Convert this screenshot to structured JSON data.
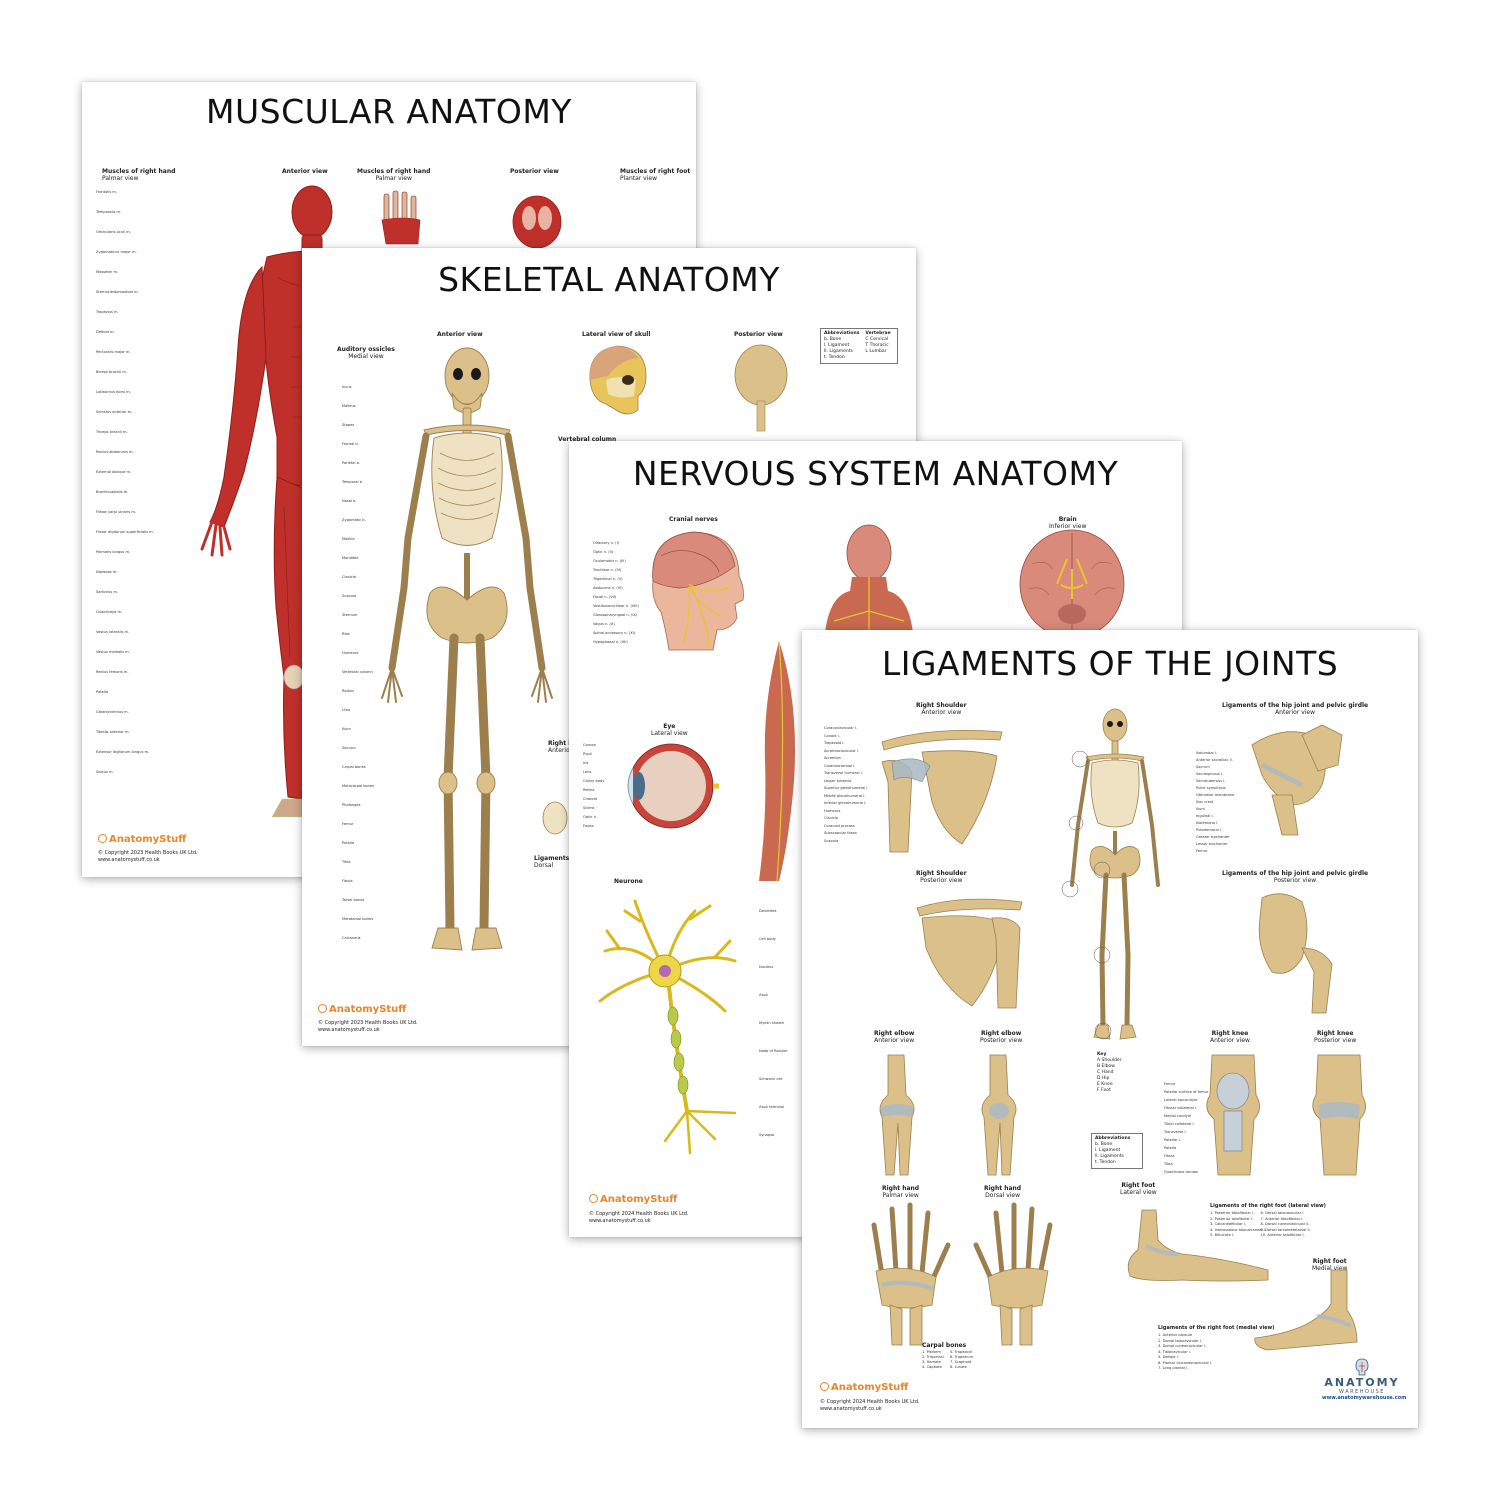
{
  "posters": {
    "muscular": {
      "title": "MUSCULAR ANATOMY",
      "captions": {
        "hand_left": "Muscles of right hand",
        "hand_left_sub": "Palmar view",
        "anterior": "Anterior view",
        "hand_mid": "Muscles of right hand",
        "hand_mid_sub": "Palmar view",
        "posterior": "Posterior view",
        "foot": "Muscles of right foot",
        "foot_sub": "Plantar view"
      },
      "labels_left": [
        "Frontalis m.",
        "Temporalis m.",
        "Orbicularis oculi m.",
        "Zygomaticus major m.",
        "Masseter m.",
        "Sternocleidomastoid m.",
        "Trapezius m.",
        "Deltoid m.",
        "Pectoralis major m.",
        "Biceps brachii m.",
        "Latissimus dorsi m.",
        "Serratus anterior m.",
        "Triceps brachii m.",
        "Rectus abdominis m.",
        "External oblique m.",
        "Brachioradialis m.",
        "Flexor carpi ulnaris m.",
        "Flexor digitorum superficialis m.",
        "Palmaris longus m.",
        "Iliopsoas m.",
        "Sartorius m.",
        "Quadriceps m.",
        "Vastus lateralis m.",
        "Vastus medialis m.",
        "Rectus femoris m.",
        "Patella",
        "Gastrocnemius m.",
        "Tibialis anterior m.",
        "Extensor digitorum longus m.",
        "Soleus m."
      ],
      "brand": "AnatomyStuff",
      "copyright": "© Copyright 2023 Health Books UK Ltd.",
      "url": "www.anatomystuff.co.uk"
    },
    "skeletal": {
      "title": "SKELETAL ANATOMY",
      "captions": {
        "ossicles": "Auditory ossicles",
        "ossicles_sub": "Medial view",
        "anterior": "Anterior view",
        "skull": "Lateral view of skull",
        "posterior": "Posterior view",
        "vertebral": "Vertebral column",
        "knee": "Right knee",
        "knee_sub": "Anterior view",
        "ligaments": "Ligaments of",
        "ligaments_sub": "Dorsal"
      },
      "abbreviations": {
        "title": "Abbreviations",
        "items": [
          "b. Bone",
          "l. Ligament",
          "ll. Ligaments",
          "t. Tendon"
        ],
        "vertebrae_title": "Vertebrae",
        "vertebrae": [
          "C Cervical",
          "T Thoracic",
          "L Lumbar"
        ]
      },
      "labels_left": [
        "Incus",
        "Malleus",
        "Stapes",
        "Frontal b.",
        "Parietal b.",
        "Temporal b.",
        "Nasal b.",
        "Zygomatic b.",
        "Maxilla",
        "Mandible",
        "Clavicle",
        "Scapula",
        "Sternum",
        "Ribs",
        "Humerus",
        "Vertebral column",
        "Radius",
        "Ulna",
        "Ilium",
        "Sacrum",
        "Carpal bones",
        "Metacarpal bones",
        "Phalanges",
        "Femur",
        "Patella",
        "Tibia",
        "Fibula",
        "Tarsal bones",
        "Metatarsal bones",
        "Calcaneus"
      ],
      "brand": "AnatomyStuff",
      "copyright": "© Copyright 2023 Health Books UK Ltd.",
      "url": "www.anatomystuff.co.uk"
    },
    "nervous": {
      "title": "NERVOUS SYSTEM ANATOMY",
      "captions": {
        "cranial": "Cranial nerves",
        "brain": "Brain",
        "brain_sub": "Inferior view",
        "eye": "Eye",
        "eye_sub": "Lateral view",
        "neurone": "Neurone"
      },
      "labels_left": [
        "Olfactory n. (I)",
        "Optic n. (II)",
        "Oculomotor n. (III)",
        "Trochlear n. (IV)",
        "Trigeminal n. (V)",
        "Abducens n. (VI)",
        "Facial n. (VII)",
        "Vestibulocochlear n. (VIII)",
        "Glossopharyngeal n. (IX)",
        "Vagus n. (X)",
        "Spinal accessory n. (XI)",
        "Hypoglossal n. (XII)"
      ],
      "labels_eye": [
        "Cornea",
        "Pupil",
        "Iris",
        "Lens",
        "Ciliary body",
        "Retina",
        "Choroid",
        "Sclera",
        "Optic n.",
        "Fovea"
      ],
      "labels_neurone": [
        "Dendrites",
        "Cell body",
        "Nucleus",
        "Axon",
        "Myelin sheath",
        "Node of Ranvier",
        "Schwann cell",
        "Axon terminal",
        "Synapse"
      ],
      "brand": "AnatomyStuff",
      "copyright": "© Copyright 2024 Health Books UK Ltd.",
      "url": "www.anatomystuff.co.uk"
    },
    "ligaments": {
      "title": "LIGAMENTS OF THE JOINTS",
      "captions": {
        "shoulder_ant": "Right Shoulder",
        "shoulder_ant_sub": "Anterior view",
        "shoulder_post": "Right Shoulder",
        "shoulder_post_sub": "Posterior view",
        "hip_ant": "Ligaments of the hip joint and pelvic girdle",
        "hip_ant_sub": "Anterior view",
        "hip_post": "Ligaments of the hip joint and pelvic girdle",
        "hip_post_sub": "Posterior view",
        "elbow_ant": "Right elbow",
        "elbow_ant_sub": "Anterior view",
        "elbow_post": "Right elbow",
        "elbow_post_sub": "Posterior view",
        "knee_ant": "Right knee",
        "knee_ant_sub": "Anterior view",
        "knee_post": "Right knee",
        "knee_post_sub": "Posterior view",
        "hand_palm": "Right hand",
        "hand_palm_sub": "Palmar view",
        "hand_dorsal": "Right hand",
        "hand_dorsal_sub": "Dorsal view",
        "foot_lat": "Right foot",
        "foot_lat_sub": "Lateral view",
        "foot_med": "Right foot",
        "foot_med_sub": "Medial view",
        "foot_lat_list": "Ligaments of the right foot (lateral view)",
        "foot_med_list": "Ligaments of the right foot (medial view)",
        "carpal": "Carpal bones"
      },
      "key": {
        "title": "Key",
        "items": [
          "A  Shoulder",
          "B  Elbow",
          "C  Hand",
          "D  Hip",
          "E  Knee",
          "F  Foot"
        ]
      },
      "abbreviations": {
        "title": "Abbreviations",
        "items": [
          "b. Bone",
          "l. Ligament",
          "ll. Ligaments",
          "t. Tendon"
        ]
      },
      "labels_shoulder": [
        "Coracoclavicular l.",
        "Conoid l.",
        "Trapezoid l.",
        "Acromioclavicular l.",
        "Acromion",
        "Coracoacromial l.",
        "Transverse humeral l.",
        "Lesser tubercle",
        "Superior glenohumeral l.",
        "Middle glenohumeral l.",
        "Inferior glenohumeral l.",
        "Humerus",
        "Clavicle",
        "Coracoid process",
        "Subscapular fossa",
        "Scapula"
      ],
      "labels_hip": [
        "Iliolumbar l.",
        "Anterior sacroiliac ll.",
        "Sacrum",
        "Sacrospinous l.",
        "Sacrotuberous l.",
        "Pubic symphysis",
        "Obturator membrane",
        "Iliac crest",
        "Ilium",
        "Inguinal l.",
        "Iliofemoral l.",
        "Pubofemoral l.",
        "Greater trochanter",
        "Lesser trochanter",
        "Femur"
      ],
      "labels_knee": [
        "Femur",
        "Patellar surface of femur",
        "Lateral epicondyle",
        "Fibular collateral l.",
        "Medial condyle",
        "Tibial collateral l.",
        "Transverse l.",
        "Patellar l.",
        "Patella",
        "Fibula",
        "Tibia",
        "Quadriceps tendon"
      ],
      "carpal_items": [
        "1. Pisiform",
        "2. Triquetral",
        "3. Hamate",
        "4. Capitate",
        "5. Trapezoid",
        "6. Trapezium",
        "7. Scaphoid",
        "8. Lunate"
      ],
      "foot_lat_items": [
        "1. Posterior tibiofibular l.",
        "2. Posterior talofibular l.",
        "3. Calcaneofibular l.",
        "4. Interosseous talocalcaneal l.",
        "5. Bifurcate l.",
        "6. Dorsal talonavicular l.",
        "7. Anterior tibiofibular l.",
        "8. Dorsal cuneonavicular ll.",
        "9. Dorsal tarsometatarsal ll.",
        "10. Anterior talofibular l."
      ],
      "foot_med_items": [
        "1. Anterior capsule",
        "2. Dorsal talonavicular l.",
        "3. Dorsal cuneonavicular l.",
        "4. Tibionavicular l.",
        "5. Deltoid l.",
        "6. Plantar calcaneonavicular l.",
        "7. Long plantar l."
      ],
      "brand": "AnatomyStuff",
      "copyright": "© Copyright 2024 Health Books UK Ltd.",
      "url": "www.anatomystuff.co.uk",
      "warehouse_name": "ANATOMY",
      "warehouse_sub": "WAREHOUSE",
      "warehouse_url": "www.anatomywarehouse.com"
    }
  },
  "colors": {
    "muscle": "#c0302a",
    "muscle_dark": "#8e1d19",
    "bone": "#dcc08a",
    "bone_dark": "#b39461",
    "nerve": "#e6c62a",
    "brain": "#d98a7a",
    "brand_orange": "#e9852a"
  }
}
